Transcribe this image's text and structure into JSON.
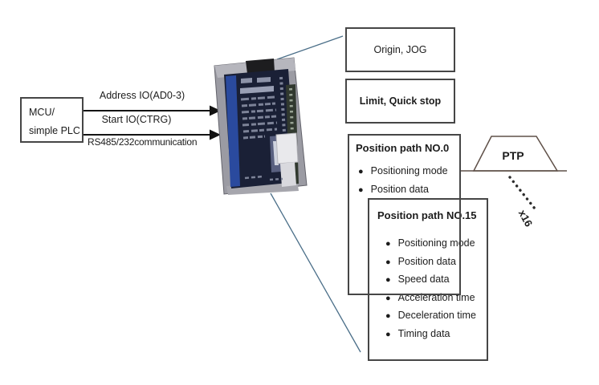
{
  "mcu": {
    "line1": "MCU/",
    "line2": "simple PLC"
  },
  "signals": {
    "address": "Address IO(AD0-3)",
    "start": "Start IO(CTRG)",
    "rs485": "RS485/232communication"
  },
  "function_boxes": {
    "origin": "Origin, JOG",
    "limit": "Limit, Quick stop"
  },
  "path0": {
    "title": "Position path NO.0",
    "items": [
      "Positioning mode",
      "Position data"
    ]
  },
  "path15": {
    "title": "Position path NO.15",
    "items": [
      "Positioning mode",
      "Position data",
      "Speed data",
      "Acceleration time",
      "Deceleration time",
      "Timing data"
    ]
  },
  "ptp": {
    "label": "PTP",
    "count_label": "x16"
  },
  "icons": {
    "bullet": "●"
  },
  "colors": {
    "line": "#141414",
    "border": "#464646",
    "connector_line": "#4a6e88",
    "trapezoid_line": "#5f5048",
    "drive_face": "#1a2036",
    "drive_stripe": "#2a4a9e",
    "drive_case": "#9b9ba3"
  }
}
